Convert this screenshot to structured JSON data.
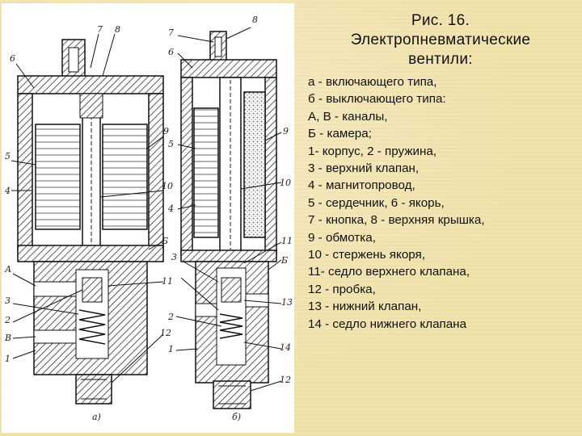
{
  "title": {
    "line1": "Рис. 16.",
    "line2": "Электропневматические",
    "line3": "вентили:"
  },
  "legend": [
    "а - включающего типа,",
    "б - выключающего типа:",
    "А, В - каналы,",
    "Б - камера;",
    "1- корпус, 2 - пружина,",
    "3 - верхний клапан,",
    "4 - магнитопровод,",
    "5 - сердечник, 6 - якорь,",
    "7 - кнопка, 8 - верхняя крышка,",
    "9 - обмотка,",
    "10 - стержень якоря,",
    "11- седло верхнего клапана,",
    "12 - пробка,",
    "13 - нижний клапан,",
    "14 - седло нижнего клапана"
  ],
  "drawing": {
    "left_labels": [
      "7",
      "8",
      "6",
      "9",
      "5",
      "10",
      "4",
      "А",
      "3",
      "Б",
      "2",
      "В",
      "1",
      "11",
      "12"
    ],
    "right_labels": [
      "8",
      "7",
      "6",
      "9",
      "5",
      "10",
      "4",
      "11",
      "Б",
      "3",
      "2",
      "13",
      "1",
      "14",
      "12"
    ],
    "caption_a": "а)",
    "caption_b": "б)"
  },
  "colors": {
    "background": "#f1e3ad",
    "text": "#111111",
    "drawing_bg": "#ffffff"
  }
}
